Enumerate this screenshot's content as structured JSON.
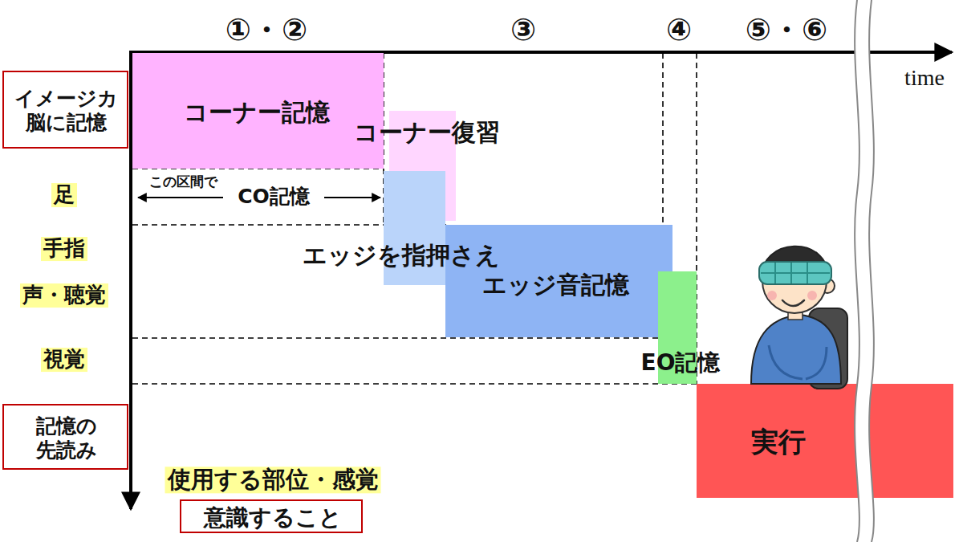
{
  "diagram": {
    "nodes": [
      {
        "text": [
          "イメージカ 脳に記憶"
        ]
      },
      {
        "text": [
          "記憶の 先読み"
        ]
      },
      {
        "text": [
          "意識すること"
        ]
      },
      {
        "text": [
          "コーナー記憶"
        ]
      },
      {
        "text": [
          "コーナー復習"
        ]
      },
      {
        "text": [
          "エッジを指押さえ"
        ]
      },
      {
        "text": [
          "エッジ音記憶"
        ]
      },
      {
        "text": [
          "EO記憶"
        ]
      },
      {
        "text": [
          "実行"
        ]
      }
    ],
    "labels": [
      "①・②",
      "③",
      "④",
      "⑤・⑥",
      "time",
      "足",
      "手指",
      "声・聴覚",
      "視覚",
      "使用する部位・感覚",
      "この区間で",
      "CO記憶"
    ]
  }
}
